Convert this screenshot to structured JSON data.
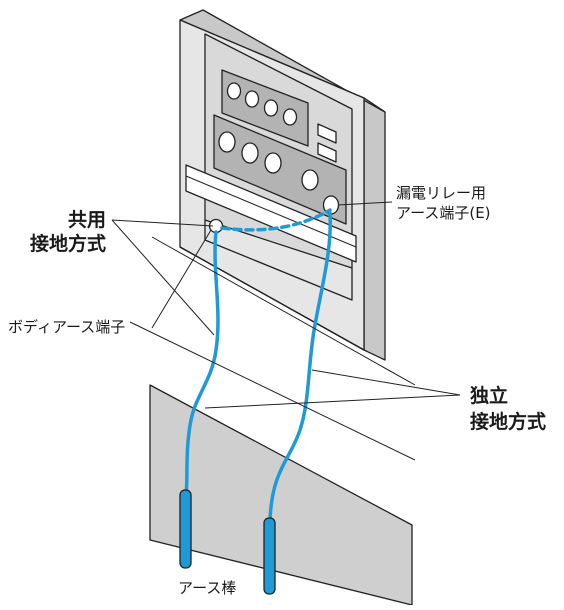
{
  "labels": {
    "leakage_relay_terminal_line1": "漏電リレー用",
    "leakage_relay_terminal_line2": "アース端子(E)",
    "shared_grounding_line1": "共用",
    "shared_grounding_line2": "接地方式",
    "body_ground_terminal": "ボディアース端子",
    "independent_grounding_line1": "独立",
    "independent_grounding_line2": "接地方式",
    "ground_rod": "アース棒"
  },
  "colors": {
    "wire": "#1e9ad6",
    "panel": "#e6e6e6",
    "panel_side": "#c8c8c8",
    "panel_inner": "#d9d9d9",
    "knob_plate": "#b3b3b3",
    "ground": "#cfcfcf",
    "outline": "#222222"
  }
}
